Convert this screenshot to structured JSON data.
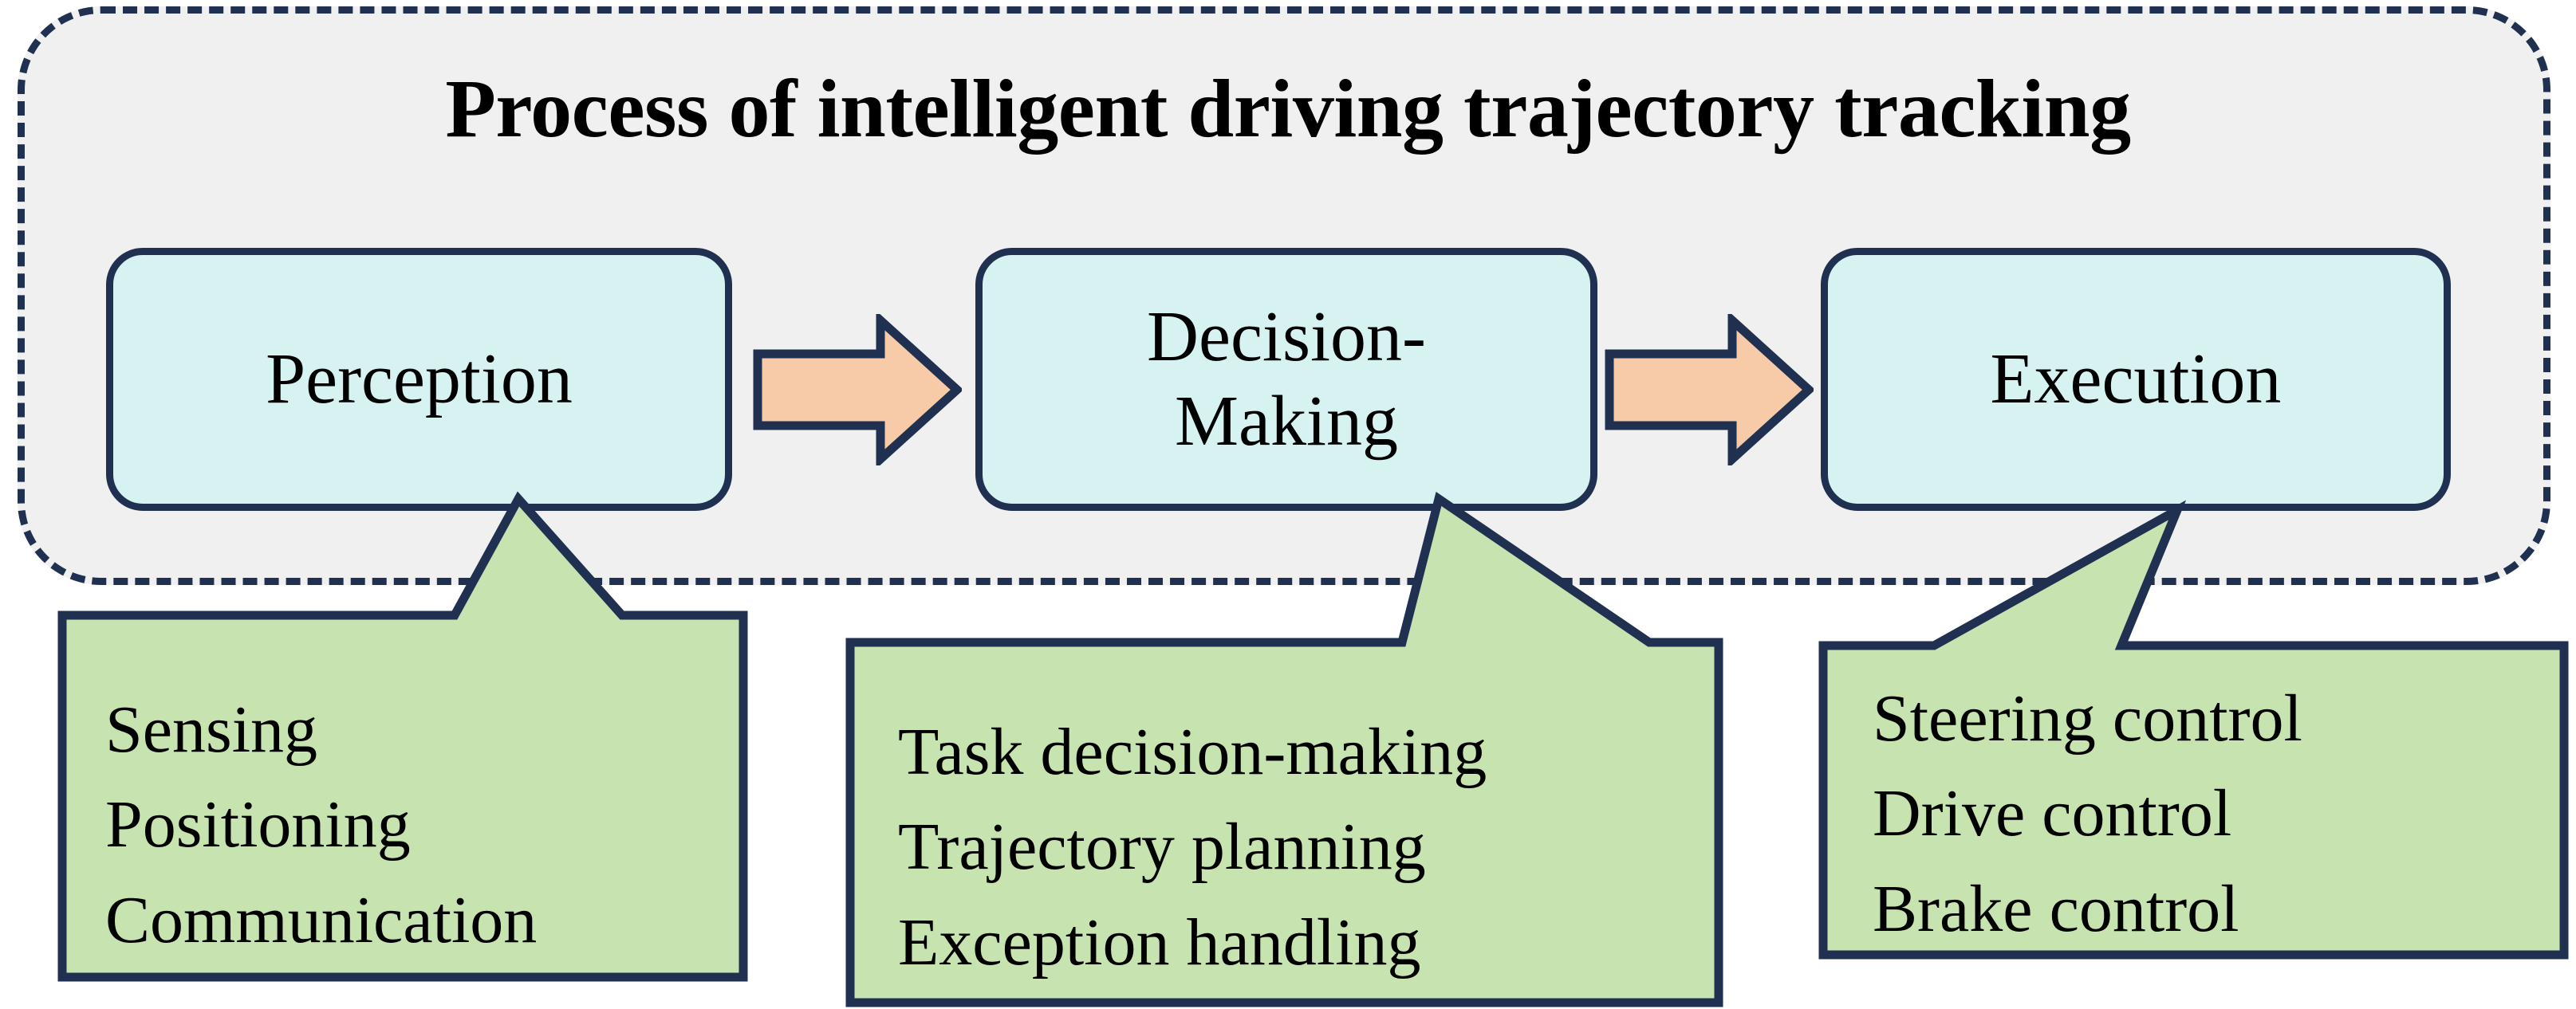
{
  "diagram": {
    "title": "Process of intelligent driving trajectory tracking",
    "colors": {
      "container_fill": "#f0f0f0",
      "container_border": "#1f3050",
      "stage_fill": "#d6f3f2",
      "stage_border": "#1f3050",
      "arrow_fill": "#f7cba8",
      "arrow_border": "#1f3050",
      "callout_fill": "#c7e3b0",
      "callout_border": "#1f3050",
      "text": "#000000"
    },
    "stages": [
      {
        "id": "perception",
        "label": "Perception"
      },
      {
        "id": "decision-making",
        "label_line1": "Decision-",
        "label_line2": "Making"
      },
      {
        "id": "execution",
        "label": "Execution"
      }
    ],
    "arrows": [
      {
        "id": "perception-to-decision",
        "icon": "right-arrow-icon"
      },
      {
        "id": "decision-to-execution",
        "icon": "right-arrow-icon"
      }
    ],
    "callouts": [
      {
        "id": "perception-details",
        "items": [
          "Sensing",
          "Positioning",
          "Communication"
        ]
      },
      {
        "id": "decision-details",
        "items": [
          "Task decision-making",
          "Trajectory planning",
          "Exception handling"
        ]
      },
      {
        "id": "execution-details",
        "items": [
          "Steering control",
          "Drive control",
          "Brake control"
        ]
      }
    ]
  }
}
